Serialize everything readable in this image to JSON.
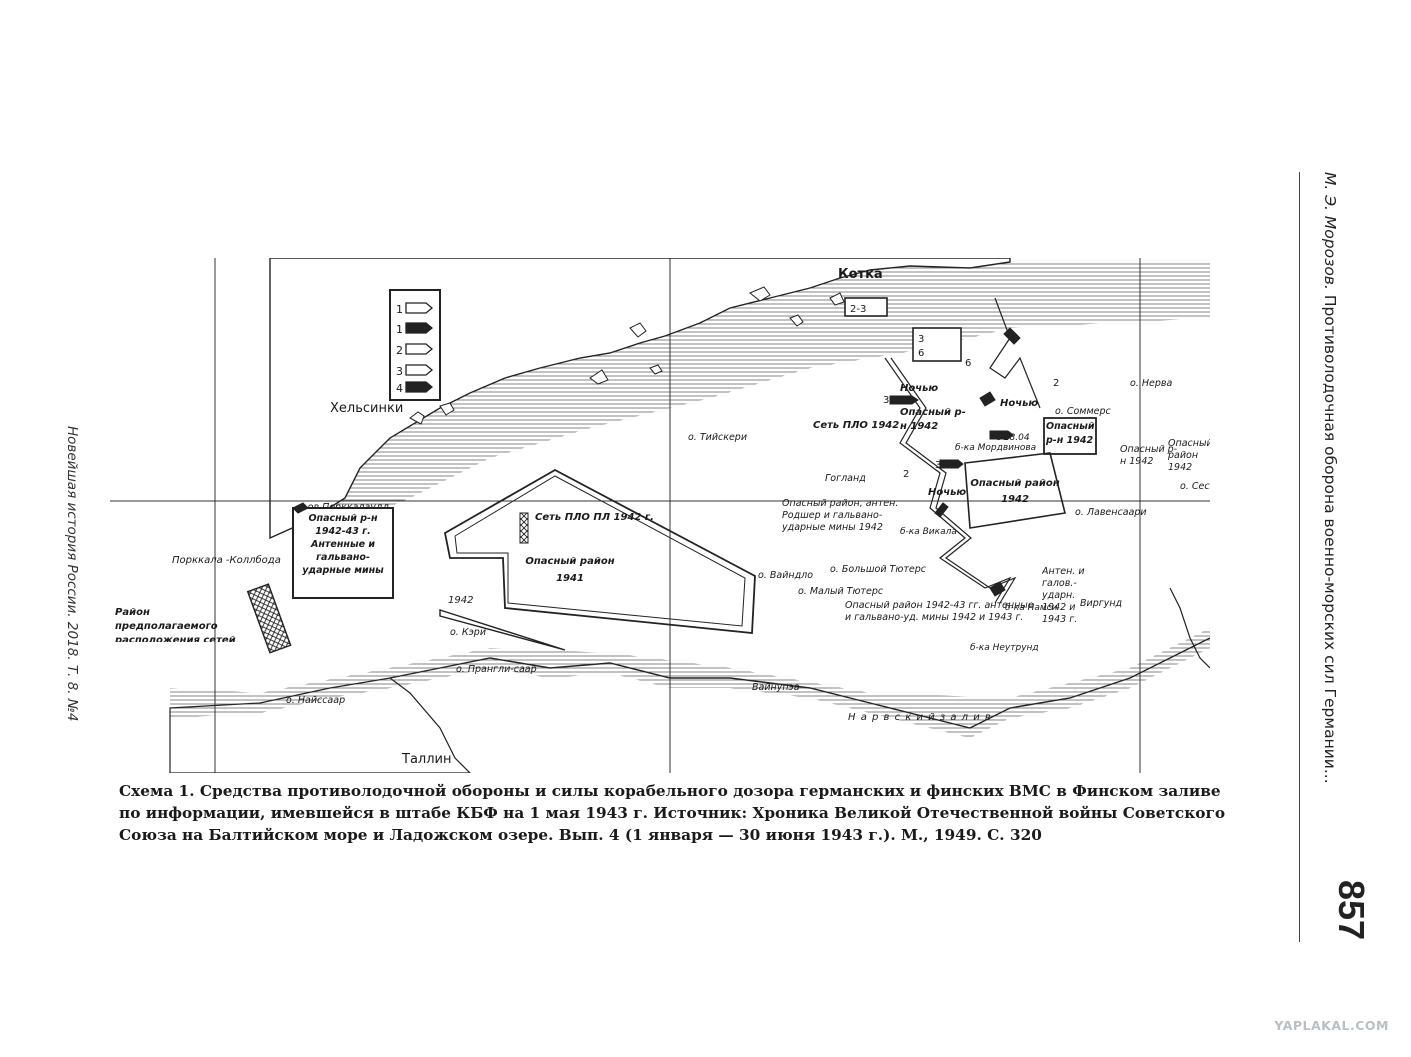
{
  "running_head_left": "Новейшая история России. 2018. Т. 8. №4",
  "running_head_right": {
    "author": "М. Э. Морозов.",
    "title": "Противолодочная оборона военно-морских сил Германии..."
  },
  "page_number": "857",
  "watermark": "YAPLAKAL.COM",
  "caption": {
    "line1": "Схема 1. Средства противолодочной обороны и силы корабельного дозора германских и финских ВМС в Финском заливе",
    "line2": "по информации, имевшейся в штабе КБФ на 1 мая 1943 г. Источник: Хроника Великой Отечественной войны Советского",
    "line3": "Союза на Балтийском море и Ладожском озере. Вып. 4 (1 января — 30 июня 1943 г.). М., 1949. С. 320"
  },
  "map": {
    "legend_numbers": [
      "1",
      "1",
      "2",
      "3",
      "4"
    ],
    "places": {
      "helsinki": "Хельсинки",
      "kotka": "Котка",
      "tallinn": "Таллин",
      "porkkala": "Порккала -Коллбода",
      "porkkalaudd": "п-ов Порккалаудд",
      "tiyskeri": "о. Тийскери",
      "gogland": "Гогланд",
      "vaindlo": "о. Вайндло",
      "maly_tyuters": "о. Малый Тютерс",
      "bolshoy_tyuters": "о. Большой Тютерс",
      "keri": "о. Кэри",
      "prangli": "о. Прангли-саар",
      "naissaar": "о. Найссаар",
      "vaynupea": "Вайнупэа",
      "narva_bay": "Н а р в с к и й   з а л и в",
      "nerva": "о. Нерва",
      "sommers": "о. Соммерс",
      "lavensaari": "о. Лавенсаари",
      "seskar": "о. Сескар",
      "virgund": "Виргунд"
    },
    "annotations": {
      "danger_1942_43": "Опасный р-н 1942-43 г. Антенные и гальвано-ударные мины",
      "assumed_nets": "Район предполагаемого расположения сетей ПЛО",
      "net_plo_pl": "Сеть ПЛО ПЛ 1942 г.",
      "danger_1941": "Опасный район 1941",
      "year_1942": "1942",
      "net_plo_1942": "Сеть ПЛО 1942",
      "noch_1": "Ночью",
      "noch_2": "Ночью",
      "noch_3": "Ночью",
      "danger_rn_1942": "Опасный р-н 1942",
      "danger_box_1942": "Опасный р-н 1942",
      "danger_rayon_1942": "Опасный район 1942",
      "danger_right": "Опасный р-н 1942",
      "danger_far_right": "Опасный район 1942",
      "bka_mordvinova": "б-ка Мордвинова",
      "since_date": "с 28.04",
      "danger_antenna": "Опасный район, антен. Родшер и гальвано-ударные мины 1942",
      "bka_vikala": "б-ка Викала",
      "danger_lower": "Опасный район 1942-43 гг. антенные и гальвано-уд. мины 1942 и 1943 г.",
      "bka_neutrund": "б-ка Неутрунд",
      "bka_namsi": "б-ка Намси",
      "antennas_right": "Антен. и галов.-ударн. 1942 и 1943 г.",
      "kotka_box": "2-3",
      "box_3": "3",
      "box_6": "6",
      "num_2a": "2",
      "num_2b": "2",
      "num_3a": "3",
      "num_3b": "3",
      "num_6": "6"
    }
  }
}
